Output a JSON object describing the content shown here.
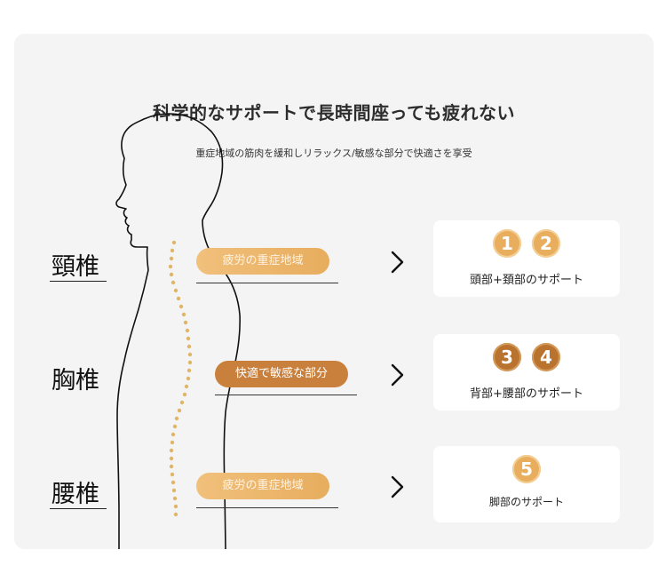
{
  "header": {
    "title": "科学的なサポートで長時間座っても疲れない",
    "subtitle": "重症地域の筋肉を緩和しリラックス/敏感な部分で快適さを享受"
  },
  "regions": [
    {
      "label": "頸椎",
      "tag": "疲労の重症地域",
      "badges": [
        "1",
        "2"
      ],
      "support": "頭部+頚部のサポート"
    },
    {
      "label": "胸椎",
      "tag": "快適で敏感な部分",
      "badges": [
        "3",
        "4"
      ],
      "support": "背部+腰部のサポート"
    },
    {
      "label": "腰椎",
      "tag": "疲労の重症地域",
      "badges": [
        "5"
      ],
      "support": "脚部のサポート"
    }
  ],
  "colors": {
    "accent_light": "#e8ae5e",
    "accent_dark": "#b9732f",
    "spine_dots": "#e1b566",
    "panel": "#f4f4f4"
  },
  "icons": [
    "chevron-right-icon",
    "human-silhouette-icon"
  ]
}
